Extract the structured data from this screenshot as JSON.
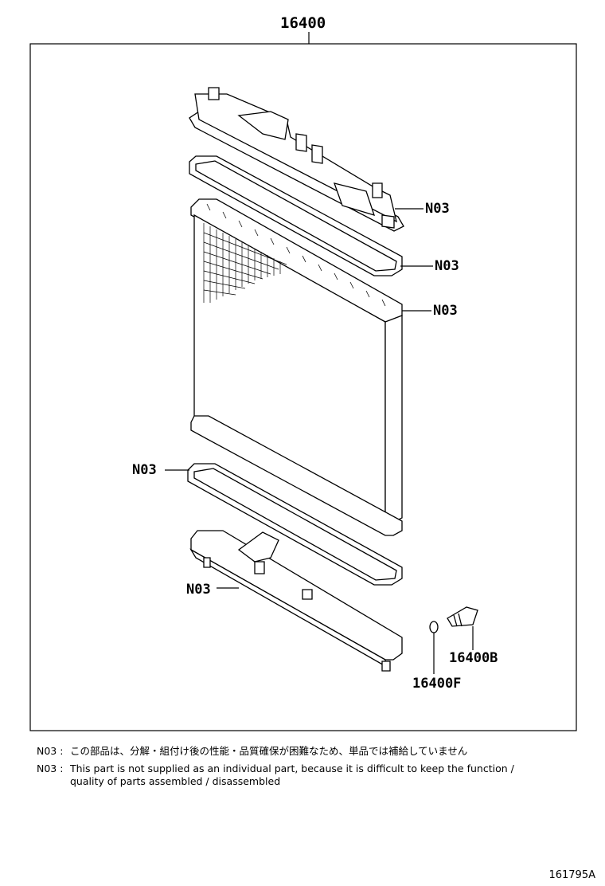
{
  "main_part": "16400",
  "callouts": [
    {
      "id": "upper-tank",
      "label": "N03"
    },
    {
      "id": "upper-gasket",
      "label": "N03"
    },
    {
      "id": "core",
      "label": "N03"
    },
    {
      "id": "lower-gasket",
      "label": "N03"
    },
    {
      "id": "lower-tank",
      "label": "N03"
    },
    {
      "id": "drain-cock-plug",
      "label": "16400B"
    },
    {
      "id": "drain-o-ring",
      "label": "16400F"
    }
  ],
  "notes": [
    {
      "code": "N03 :",
      "text": "この部品は、分解・組付け後の性能・品質確保が困難なため、単品では補給していません"
    },
    {
      "code": "N03 :",
      "text": "This part is not supplied as an individual part, because it is difficult to keep the function /"
    },
    {
      "code": "",
      "text": "quality of parts assembled / disassembled"
    }
  ],
  "figure_code": "161795A"
}
